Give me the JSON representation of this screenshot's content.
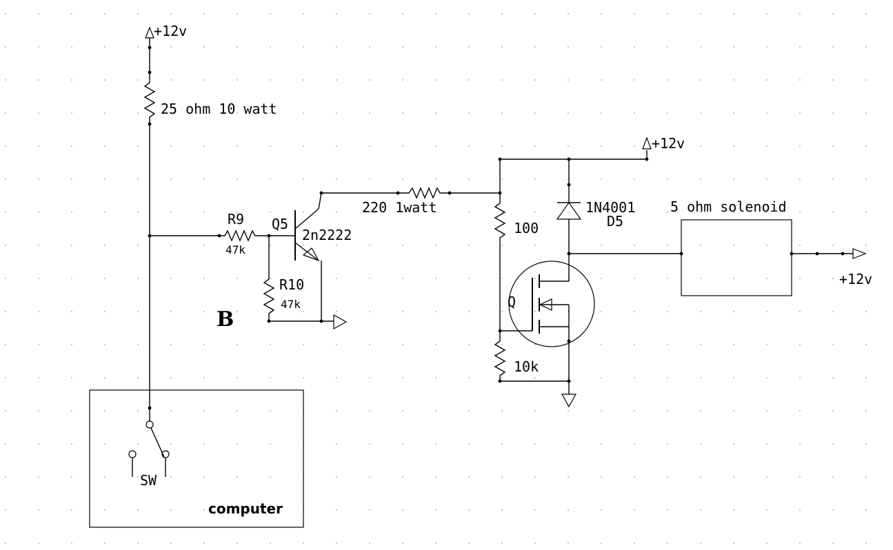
{
  "labels": {
    "supply_top": "+12v",
    "r_power": "25 ohm 10 watt",
    "r9_name": "R9",
    "r9_value": "47k",
    "q5_name": "Q5",
    "q5_type": "2n2222",
    "r10_name": "R10",
    "r10_value": "47k",
    "section_letter": "B",
    "r_220": "220 1watt",
    "supply_mid": "+12v",
    "r_100": "100",
    "diode_type": "1N4001",
    "diode_name": "D5",
    "solenoid": "5 ohm solenoid",
    "supply_right": "+12v",
    "mosfet_name": "Q",
    "r_10k": "10k",
    "switch_name": "SW",
    "computer": "computer"
  }
}
